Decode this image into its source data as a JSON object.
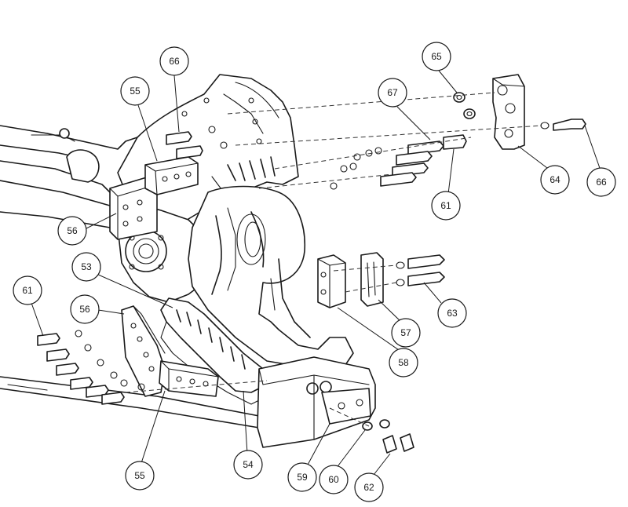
{
  "callouts": [
    {
      "id": "c66a",
      "label": "66"
    },
    {
      "id": "c65",
      "label": "65"
    },
    {
      "id": "c55a",
      "label": "55"
    },
    {
      "id": "c67",
      "label": "67"
    },
    {
      "id": "c64",
      "label": "64"
    },
    {
      "id": "c66b",
      "label": "66"
    },
    {
      "id": "c61a",
      "label": "61"
    },
    {
      "id": "c56a",
      "label": "56"
    },
    {
      "id": "c53",
      "label": "53"
    },
    {
      "id": "c61b",
      "label": "61"
    },
    {
      "id": "c56b",
      "label": "56"
    },
    {
      "id": "c63",
      "label": "63"
    },
    {
      "id": "c57",
      "label": "57"
    },
    {
      "id": "c58",
      "label": "58"
    },
    {
      "id": "c54",
      "label": "54"
    },
    {
      "id": "c55b",
      "label": "55"
    },
    {
      "id": "c59",
      "label": "59"
    },
    {
      "id": "c60",
      "label": "60"
    },
    {
      "id": "c62",
      "label": "62"
    }
  ]
}
